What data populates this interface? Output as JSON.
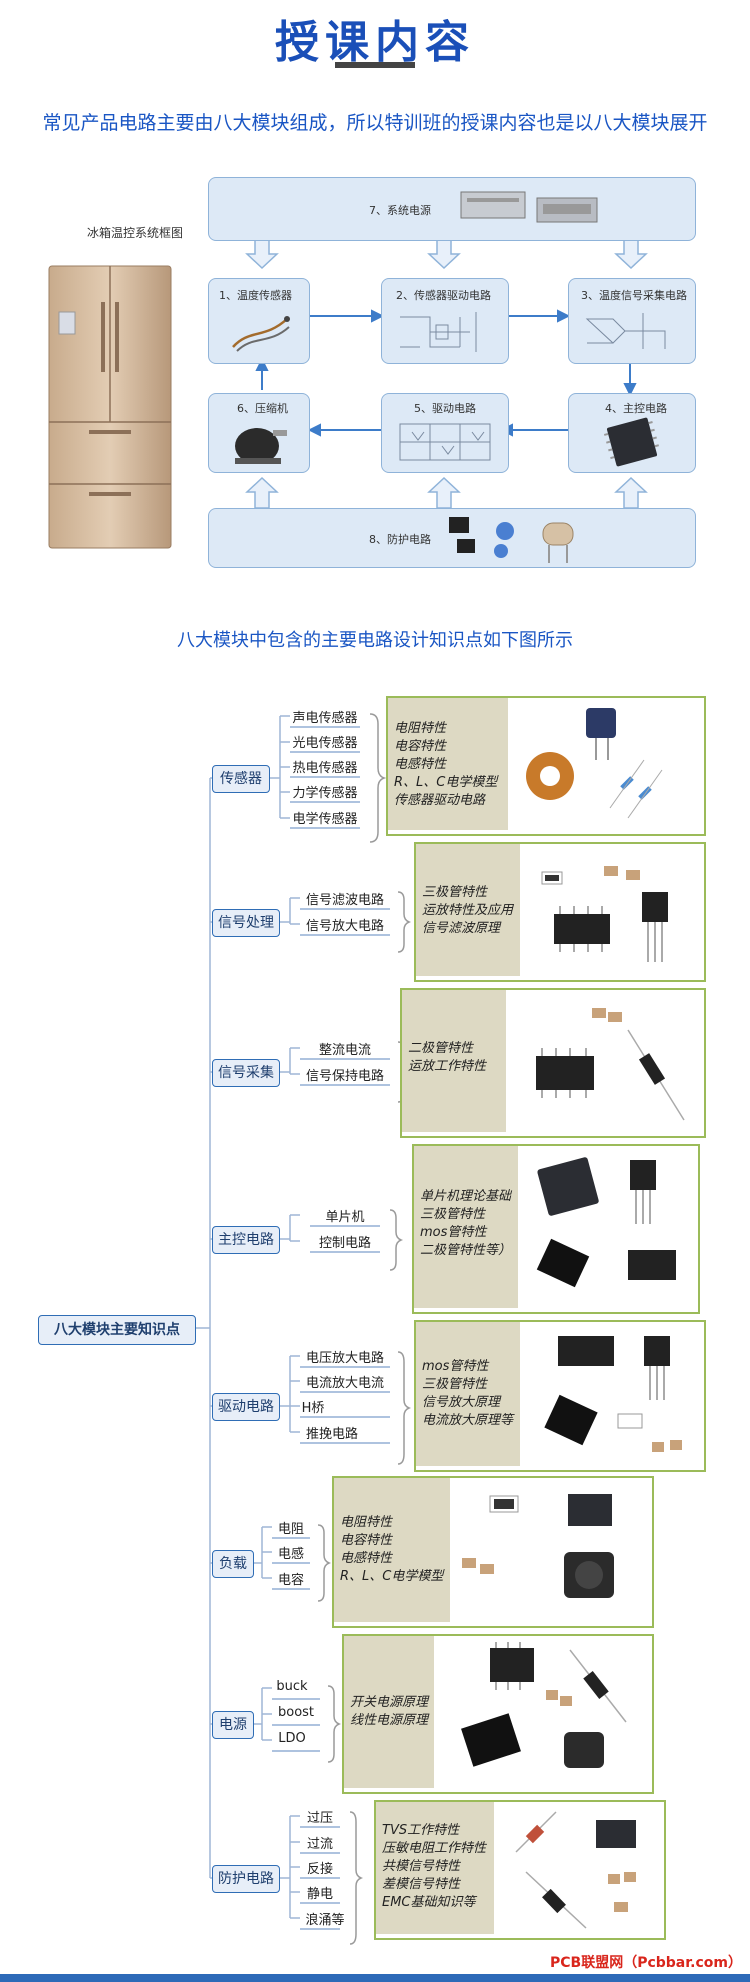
{
  "header": {
    "title": "授课内容",
    "intro": "常见产品电路主要由八大模块组成，所以特训班的授课内容也是以八大模块展开"
  },
  "diagram": {
    "fridge_label": "冰箱温控系统框图",
    "blocks": {
      "power": "7、系统电源",
      "temp_sensor": "1、温度传感器",
      "sensor_driver": "2、传感器驱动电路",
      "signal_acq": "3、温度信号采集电路",
      "compressor": "6、压缩机",
      "driver": "5、驱动电路",
      "main_ctrl": "4、主控电路",
      "protection": "8、防护电路"
    }
  },
  "modules_heading": "八大模块中包含的主要电路设计知识点如下图所示",
  "mindmap": {
    "root": "八大模块主要知识点",
    "sensor": {
      "label": "传感器",
      "leaves": [
        "声电传感器",
        "光电传感器",
        "热电传感器",
        "力学传感器",
        "电学传感器"
      ],
      "notes": [
        "电阻特性",
        "电容特性",
        "电感特性",
        "R、L、C电学模型",
        "传感器驱动电路"
      ]
    },
    "signal_proc": {
      "label": "信号处理",
      "leaves": [
        "信号滤波电路",
        "信号放大电路"
      ],
      "notes": [
        "三极管特性",
        "运放特性及应用",
        "信号滤波原理"
      ]
    },
    "signal_acq": {
      "label": "信号采集",
      "leaves": [
        "整流电流",
        "信号保持电路"
      ],
      "notes": [
        "二极管特性",
        "运放工作特性"
      ]
    },
    "main_ctrl": {
      "label": "主控电路",
      "leaves": [
        "单片机",
        "控制电路"
      ],
      "notes": [
        "单片机理论基础",
        "三极管特性",
        "mos管特性",
        "二极管特性等）"
      ]
    },
    "driver": {
      "label": "驱动电路",
      "leaves": [
        "电压放大电路",
        "电流放大电流",
        "H桥",
        "推挽电路"
      ],
      "notes": [
        "mos管特性",
        "三极管特性",
        "信号放大原理",
        "电流放大原理等"
      ]
    },
    "load": {
      "label": "负载",
      "leaves": [
        "电阻",
        "电感",
        "电容"
      ],
      "notes": [
        "电阻特性",
        "电容特性",
        "电感特性",
        "R、L、C电学模型"
      ]
    },
    "power": {
      "label": "电源",
      "leaves": [
        "buck",
        "boost",
        "LDO"
      ],
      "notes": [
        "开关电源原理",
        "线性电源原理"
      ]
    },
    "protection": {
      "label": "防护电路",
      "leaves": [
        "过压",
        "过流",
        "反接",
        "静电",
        "浪涌等"
      ],
      "notes": [
        "TVS工作特性",
        "压敏电阻工作特性",
        "共模信号特性",
        "差模信号特性",
        "EMC基础知识等"
      ]
    }
  },
  "footer": {
    "logo": "PCB联盟网（Pcbbar.com）"
  },
  "colors": {
    "title": "#1a4fb8",
    "accent": "#1a56c4",
    "block_fill": "#dde9f6",
    "panel_border": "#9bbb59",
    "note_fill": "#ddd9c3",
    "footer_bar": "#2d6ab8",
    "logo": "#d9261c"
  }
}
